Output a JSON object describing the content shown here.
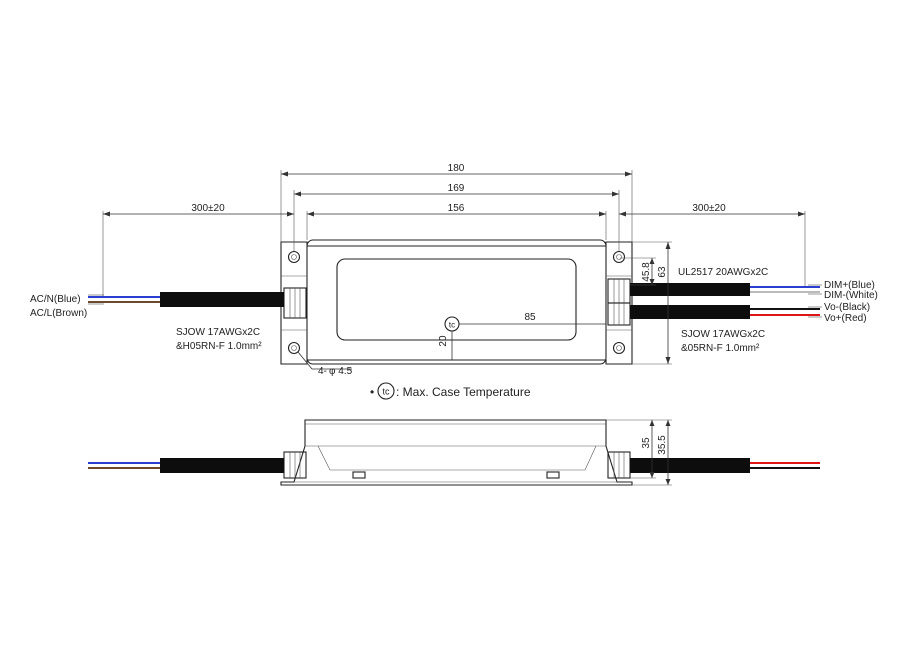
{
  "dimensions": {
    "overall_length": "180",
    "hole_spacing": "169",
    "body_length": "156",
    "cable_left": "300±20",
    "cable_right": "300±20",
    "tc_position": "85",
    "tc_offset": "20",
    "height_outer": "63",
    "height_inner": "45.8",
    "side_height": "35",
    "side_height_outer": "35.5",
    "holes": "4-",
    "hole_diameter": "φ 4.5"
  },
  "cables": {
    "ac_n": "AC/N(Blue)",
    "ac_l": "AC/L(Brown)",
    "input_spec_1": "SJOW 17AWGx2C",
    "input_spec_2": "&H05RN-F 1.0mm²",
    "dim_spec": "UL2517 20AWGx2C",
    "dim_plus": "DIM+(Blue)",
    "dim_minus": "DIM-(White)",
    "vo_minus": "Vo-(Black)",
    "vo_plus": "Vo+(Red)",
    "output_spec_1": "SJOW 17AWGx2C",
    "output_spec_2": "&05RN-F 1.0mm²"
  },
  "legend": {
    "bullet": "•",
    "tc_symbol": "tc",
    "text": ": Max. Case Temperature"
  },
  "colors": {
    "blue": "#2a3fd0",
    "brown": "#6b4a2b",
    "white_wire": "#bbbbbb",
    "black_wire": "#111111",
    "red": "#e01515",
    "cable": "#0d0d0d"
  }
}
